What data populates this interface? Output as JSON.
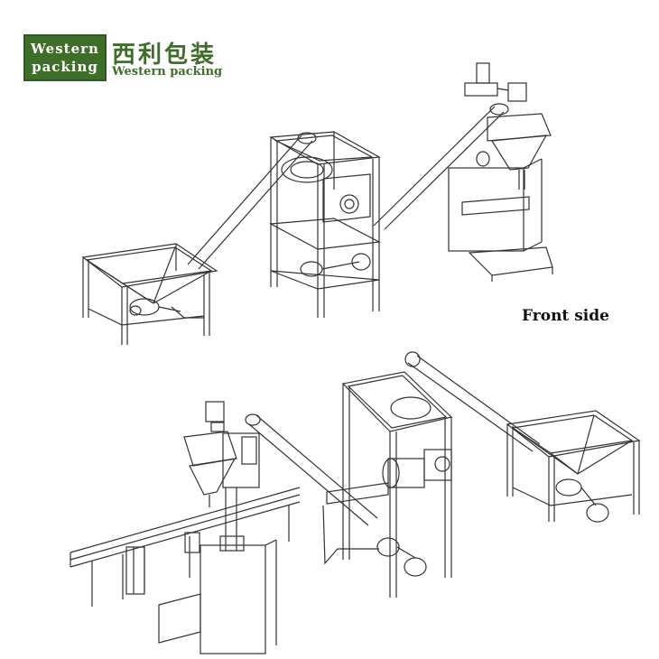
{
  "logo": {
    "badge_line1": "Western",
    "badge_line2": "packing",
    "chinese_name": "西利包装",
    "english_name": "Western packing",
    "brand_color": "#3f6e2a"
  },
  "diagram": {
    "view_label": "Front side"
  }
}
